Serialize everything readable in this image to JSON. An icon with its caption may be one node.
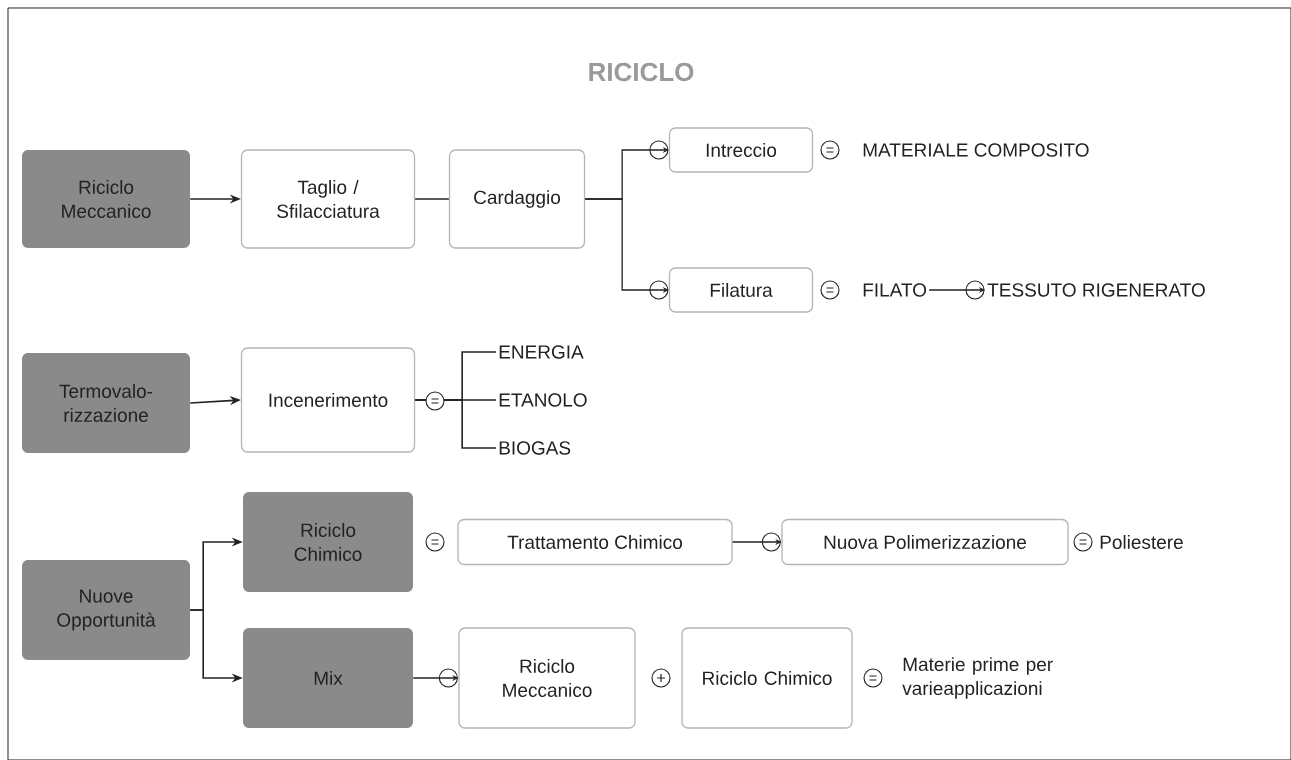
{
  "diagram": {
    "title": "RICICLO",
    "nodes": [
      {
        "text": [
          "Riciclo Meccanico"
        ]
      },
      {
        "text": [
          "Taglio / Sfilacciatura"
        ]
      },
      {
        "text": [
          "Cardaggio"
        ]
      },
      {
        "text": [
          "Intreccio"
        ]
      },
      {
        "text": [
          "Filatura"
        ]
      },
      {
        "text": [
          "MATERIALE COMPOSITO"
        ]
      },
      {
        "text": [
          "FILATO"
        ]
      },
      {
        "text": [
          "TESSUTO RIGENERATO"
        ]
      },
      {
        "text": [
          "Termovalo- rizzazione"
        ]
      },
      {
        "text": [
          "Incenerimento"
        ]
      },
      {
        "text": [
          "ENERGIA"
        ]
      },
      {
        "text": [
          "ETANOLO"
        ]
      },
      {
        "text": [
          "BIOGAS"
        ]
      },
      {
        "text": [
          "Nuove Opportunità"
        ]
      },
      {
        "text": [
          "Riciclo Chimico"
        ]
      },
      {
        "text": [
          "Mix"
        ]
      },
      {
        "text": [
          "Trattamento Chimico"
        ]
      },
      {
        "text": [
          "Nuova Polimerizzazione"
        ]
      },
      {
        "text": [
          "Poliestere"
        ]
      },
      {
        "text": [
          "Riciclo Meccanico"
        ]
      },
      {
        "text": [
          "Riciclo Chimico"
        ]
      },
      {
        "text": [
          "Materie prime per varieapplicazioni"
        ]
      }
    ],
    "edges": [
      {
        "from": 0,
        "to": 1,
        "arrow": "to"
      },
      {
        "from": 1,
        "to": 2,
        "arrow": "none"
      },
      {
        "from": 2,
        "to": 3,
        "arrow": "to"
      },
      {
        "from": 2,
        "to": 4,
        "arrow": "to"
      },
      {
        "from": 6,
        "to": 7,
        "arrow": "to"
      },
      {
        "from": 8,
        "to": 9,
        "arrow": "to"
      },
      {
        "from": 9,
        "to": 10,
        "arrow": "none"
      },
      {
        "from": 9,
        "to": 11,
        "arrow": "none"
      },
      {
        "from": 9,
        "to": 12,
        "arrow": "none"
      },
      {
        "from": 13,
        "to": 14,
        "arrow": "to"
      },
      {
        "from": 13,
        "to": 15,
        "arrow": "to"
      },
      {
        "from": 16,
        "to": 17,
        "arrow": "to"
      },
      {
        "from": 15,
        "to": 19,
        "arrow": "to"
      }
    ]
  }
}
